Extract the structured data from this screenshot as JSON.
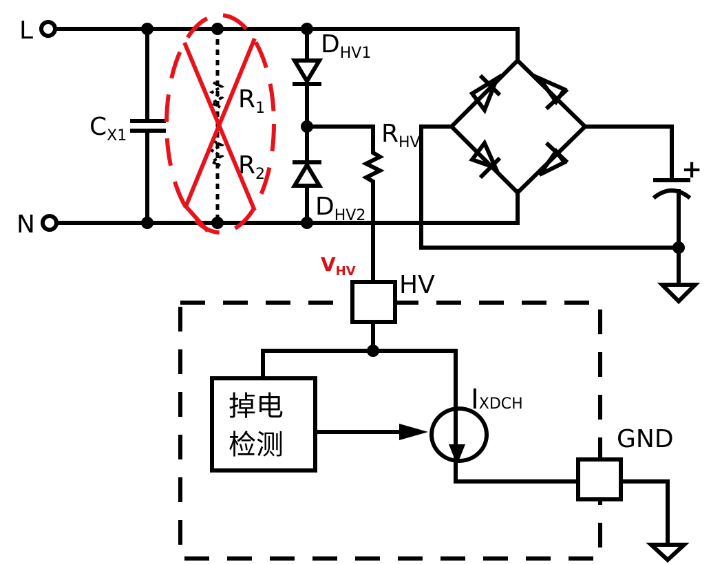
{
  "diagram": {
    "title": "Discharge detection circuit with HV pin",
    "terminals": {
      "line": "L",
      "neutral": "N"
    },
    "components": {
      "cx1": {
        "main": "C",
        "sub": "X1"
      },
      "r1": {
        "main": "R",
        "sub": "1"
      },
      "r2": {
        "main": "R",
        "sub": "2"
      },
      "dhv1": {
        "main": "D",
        "sub": "HV1"
      },
      "dhv2": {
        "main": "D",
        "sub": "HV2"
      },
      "rhv": {
        "main": "R",
        "sub": "HV"
      },
      "bulk_cap_polarity": "+",
      "ixdch": {
        "main": "I",
        "sub": "XDCH"
      }
    },
    "node_label": {
      "main": "V",
      "sub": "HV"
    },
    "pins": {
      "hv": "HV",
      "gnd": "GND"
    },
    "detector_block": {
      "line1": "掉电",
      "line2": "检测"
    },
    "colors": {
      "wire": "#000000",
      "removed_mark": "#e8121b",
      "node_label": "#d41218"
    }
  }
}
